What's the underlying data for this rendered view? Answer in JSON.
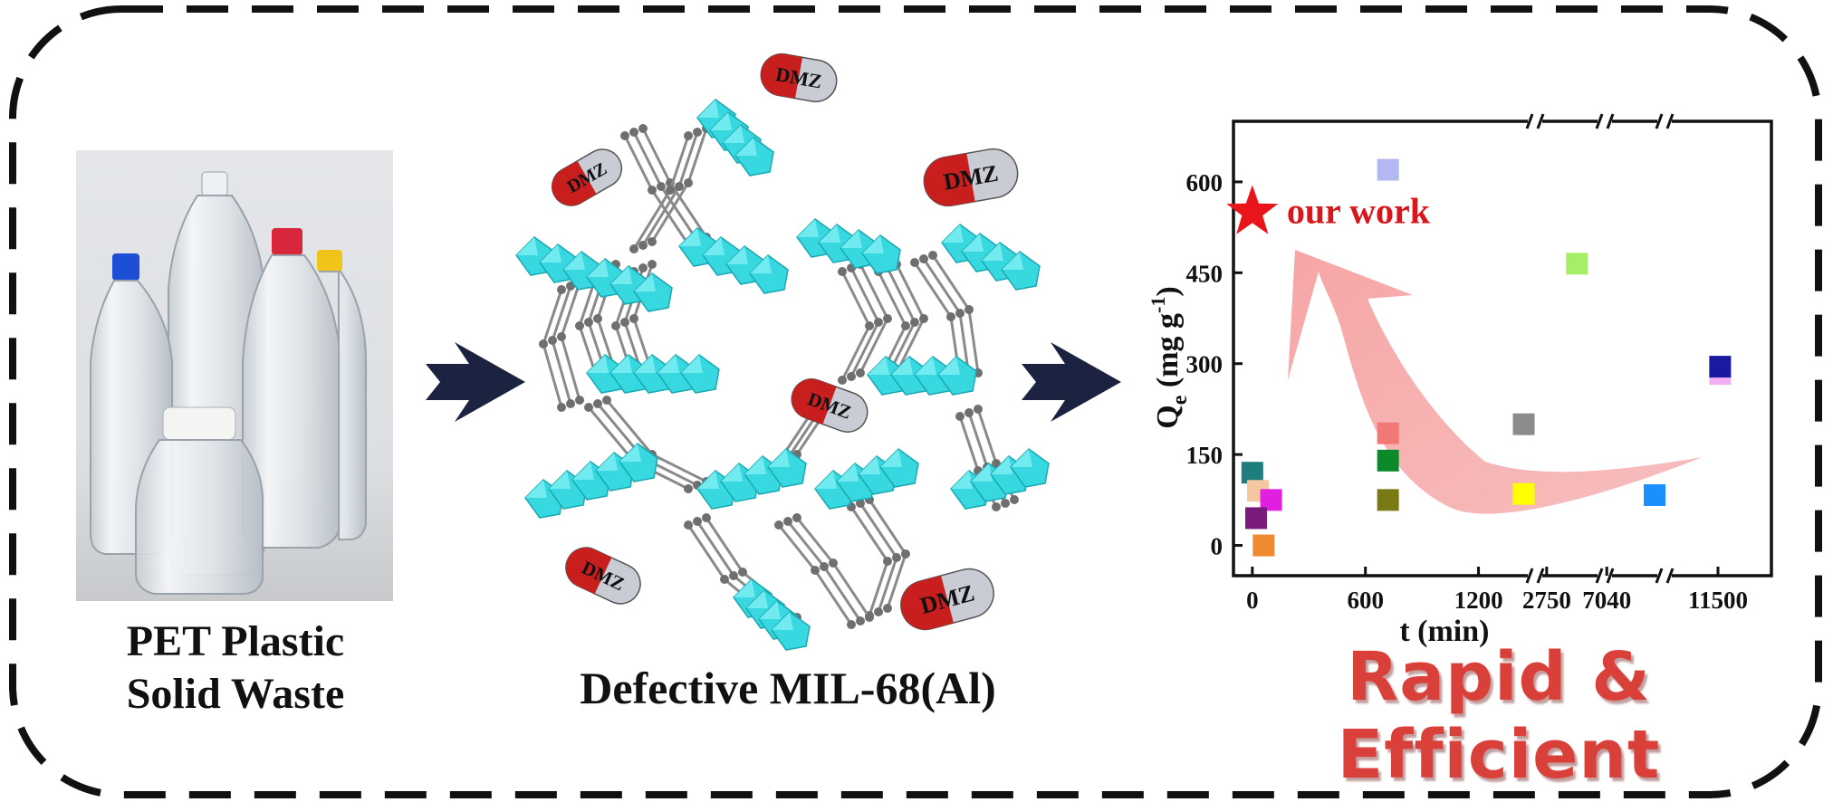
{
  "panels": {
    "left": {
      "caption_line1": "PET Plastic",
      "caption_line2": "Solid Waste"
    },
    "middle": {
      "caption": "Defective MIL-68(Al)",
      "pill_label": "DMZ"
    },
    "right": {
      "tagline": "Rapid & Efficient"
    }
  },
  "colors": {
    "framework_teal": "#38d8e0",
    "linker_gray": "#8a8a8a",
    "arrow_navy": "#1c2340",
    "pill_red": "#c81e1e",
    "pill_gray": "#c9ccd4",
    "tagline_red": "#d9403a",
    "star_red": "#e8151b"
  },
  "chart_data": {
    "type": "scatter",
    "xlabel": "t (min)",
    "ylabel": "Qe (mg g-1)",
    "ylabel_main": "Q",
    "ylabel_sub": "e",
    "ylabel_unit": "(mg g",
    "ylabel_sup": "-1",
    "ylim": [
      -50,
      700
    ],
    "x_ticks": [
      "0",
      "600",
      "1200",
      "2750",
      "7040",
      "11500"
    ],
    "y_ticks": [
      0,
      150,
      300,
      450,
      600
    ],
    "axis_breaks": true,
    "annotation": "our work",
    "highlight": {
      "x": 0,
      "y": 550,
      "label": "our work"
    },
    "points": [
      {
        "x": 0,
        "y": 120,
        "color": "#1e7e7e"
      },
      {
        "x": 30,
        "y": 90,
        "color": "#f4c7a1"
      },
      {
        "x": 100,
        "y": 75,
        "color": "#e020e0"
      },
      {
        "x": 20,
        "y": 45,
        "color": "#7a1a7a"
      },
      {
        "x": 60,
        "y": 0,
        "color": "#f08a30"
      },
      {
        "x": 720,
        "y": 620,
        "color": "#b3b8f2"
      },
      {
        "x": 720,
        "y": 185,
        "color": "#f27878"
      },
      {
        "x": 720,
        "y": 140,
        "color": "#0a8a2a"
      },
      {
        "x": 720,
        "y": 75,
        "color": "#7a7a14"
      },
      {
        "x": 1440,
        "y": 200,
        "color": "#8c8c8c"
      },
      {
        "x": 1440,
        "y": 85,
        "color": "#ffff00"
      },
      {
        "x": 2880,
        "y": 465,
        "color": "#a6ee66"
      },
      {
        "x": 8000,
        "y": 83,
        "color": "#1a90ff"
      },
      {
        "x": 11520,
        "y": 283,
        "color": "#f2b0f2"
      },
      {
        "x": 11520,
        "y": 295,
        "color": "#1a1aa0"
      }
    ]
  }
}
